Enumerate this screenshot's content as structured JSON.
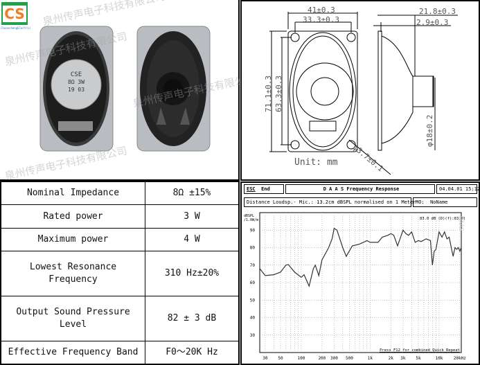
{
  "photo": {
    "logo_letters": "CS",
    "logo_subtext": "ChuanshengElectric",
    "watermark": "泉州传声电子科技有限公司",
    "speaker_label": [
      "CSE",
      "8Ω 3W",
      "19 03"
    ]
  },
  "drawing": {
    "dims": {
      "width": "41±0.3",
      "hole_spacing_x": "33.3±0.3",
      "height": "71.1±0.3",
      "hole_spacing_y": "63.3±0.3",
      "depth": "21.8±0.3",
      "flange": "2.9±0.3",
      "magnet": "φ18±0.2",
      "hole": "φ3.7±0.1"
    },
    "unit": "Unit: mm"
  },
  "specs": [
    {
      "label": "Nominal Impedance",
      "value": "8Ω ±15%"
    },
    {
      "label": "Rated power",
      "value": "3 W"
    },
    {
      "label": "Maximum power",
      "value": "4 W"
    },
    {
      "label": "Lowest Resonance Frequency",
      "value": "310 Hz±20%"
    },
    {
      "label": "Output Sound Pressure Level",
      "value": "82 ± 3 dB"
    },
    {
      "label": "Effective Frequency Band",
      "value": "F0～20K Hz"
    }
  ],
  "chart_header": {
    "esc": "ESC",
    "end": "End",
    "title": "D A A S  Frequency Response",
    "datetime": "04.04.01 15:12",
    "info": "Distance Loudsp.- Mic.: 13.2cm dBSPL normalised on 1 Meter",
    "name_label": "MO:",
    "name": "NoName",
    "readout": "83.0 dB (D)(f):83.0)",
    "brand": "DAAS",
    "footer": "Press F12 for combined Quick Repeat"
  },
  "chart_data": {
    "type": "line",
    "xscale": "log",
    "xlim": [
      25,
      21000
    ],
    "ylim": [
      20,
      100
    ],
    "grid": true,
    "ylabel": "dBSPL /1.0W/m",
    "xlabel_unit": "kHz",
    "yticks": [
      30,
      40,
      50,
      60,
      70,
      80,
      90
    ],
    "xticks": [
      {
        "v": 30,
        "l": "30"
      },
      {
        "v": 50,
        "l": "50"
      },
      {
        "v": 100,
        "l": "100"
      },
      {
        "v": 200,
        "l": "200"
      },
      {
        "v": 300,
        "l": "300"
      },
      {
        "v": 500,
        "l": "500"
      },
      {
        "v": 1000,
        "l": "1k"
      },
      {
        "v": 2000,
        "l": "2k"
      },
      {
        "v": 3000,
        "l": "3k"
      },
      {
        "v": 5000,
        "l": "5k"
      },
      {
        "v": 10000,
        "l": "10k"
      },
      {
        "v": 20000,
        "l": "20kHz"
      }
    ],
    "series": [
      {
        "color": "#333333",
        "points": [
          [
            25,
            68
          ],
          [
            30,
            64
          ],
          [
            40,
            64.5
          ],
          [
            50,
            66
          ],
          [
            60,
            70
          ],
          [
            65,
            70.3
          ],
          [
            80,
            66
          ],
          [
            100,
            63
          ],
          [
            110,
            64.5
          ],
          [
            130,
            58
          ],
          [
            150,
            68
          ],
          [
            160,
            70
          ],
          [
            180,
            64
          ],
          [
            200,
            73
          ],
          [
            250,
            80
          ],
          [
            280,
            85
          ],
          [
            300,
            91
          ],
          [
            330,
            90
          ],
          [
            400,
            80
          ],
          [
            450,
            75
          ],
          [
            550,
            81
          ],
          [
            700,
            82
          ],
          [
            900,
            84
          ],
          [
            1000,
            83
          ],
          [
            1300,
            83
          ],
          [
            1500,
            86
          ],
          [
            1800,
            87
          ],
          [
            2000,
            88
          ],
          [
            2200,
            87
          ],
          [
            2500,
            81
          ],
          [
            3000,
            90
          ],
          [
            3300,
            88
          ],
          [
            3600,
            87
          ],
          [
            4000,
            89
          ],
          [
            4500,
            83
          ],
          [
            5000,
            84
          ],
          [
            5500,
            83.5
          ],
          [
            6500,
            85
          ],
          [
            7500,
            84
          ],
          [
            8000,
            70
          ],
          [
            8500,
            78
          ],
          [
            9000,
            79
          ],
          [
            10000,
            89
          ],
          [
            11000,
            86
          ],
          [
            12000,
            89
          ],
          [
            13000,
            85
          ],
          [
            14000,
            86
          ],
          [
            15000,
            80
          ],
          [
            16000,
            75
          ],
          [
            17000,
            80
          ],
          [
            18000,
            79
          ],
          [
            19000,
            80
          ],
          [
            20000,
            78
          ],
          [
            21000,
            80
          ]
        ]
      }
    ]
  }
}
